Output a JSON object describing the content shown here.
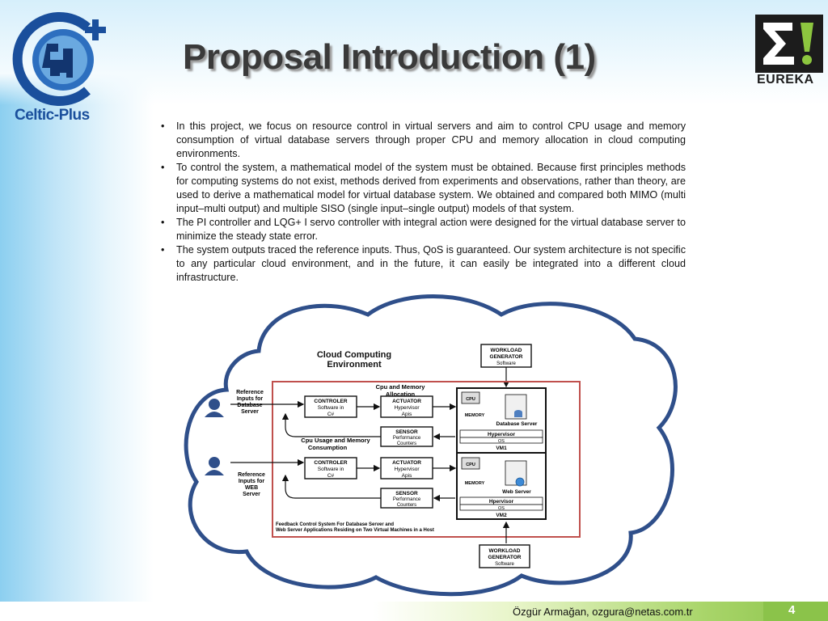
{
  "slide": {
    "title": "Proposal Introduction (1)",
    "logo_left_text": "Celtic-Plus",
    "logo_right_text": "EUREKA",
    "bullets": [
      "In this project, we focus on resource control in virtual servers and aim to control CPU usage and memory consumption of virtual database servers through proper CPU and memory allocation in cloud computing environments.",
      "To control the system, a mathematical model of the system must be obtained. Because first principles methods for computing systems do not exist, methods derived from experiments and observations, rather than theory, are used to derive a mathematical model for virtual database system. We obtained and compared both MIMO (multi input–multi output) and multiple SISO (single input–single output) models of that system.",
      "The PI controller and LQG+ I servo controller with integral action were designed for the virtual database server to minimize the steady state error.",
      "The system outputs traced the reference inputs. Thus, QoS is guaranteed. Our system architecture is not specific to any particular cloud  environment, and in the future, it can easily be integrated into a different cloud infrastructure."
    ],
    "footer": "Özgür Armağan, ozgura@netas.com.tr",
    "page_number": "4"
  },
  "diagram": {
    "cloud_title_1": "Cloud Computing",
    "cloud_title_2": "Environment",
    "workload_top": [
      "WORKLOAD",
      "GENERATOR",
      "Software"
    ],
    "workload_bottom": [
      "WORKLOAD",
      "GENERATOR",
      "Software"
    ],
    "cpu_mem_1": "Cpu and Memory",
    "cpu_mem_2": "Allocation",
    "cpu_usage_1": "Cpu Usage and Memory",
    "cpu_usage_2": "Consumption",
    "ref_db": [
      "Reference",
      "Inputs for",
      "Database",
      "Server"
    ],
    "ref_web": [
      "Reference",
      "Inputs for",
      "WEB",
      "Server"
    ],
    "controller": [
      "CONTROLER",
      "Software in",
      "C#"
    ],
    "actuator": [
      "ACTUATOR",
      "Hypervisor",
      "Apis"
    ],
    "sensor": [
      "SENSOR",
      "Performance",
      "Counters"
    ],
    "cpu_label": "CPU",
    "memory_label": "MEMORY",
    "db_server": "Database Server",
    "web_server": "Web Server",
    "hypervisor_1": "Hypervisor",
    "hypervisor_2": "Hpervisor",
    "os": "OS",
    "vm1": "VM1",
    "vm2": "VM2",
    "caption_1": "Feedback Control System For Database Server and",
    "caption_2": "Web Server Applications  Residing on Two Virtual Machines in a Host"
  },
  "colors": {
    "accent_blue": "#1a4f9c",
    "frame_red": "#c0504d",
    "footer_green": "#8bc34a"
  }
}
